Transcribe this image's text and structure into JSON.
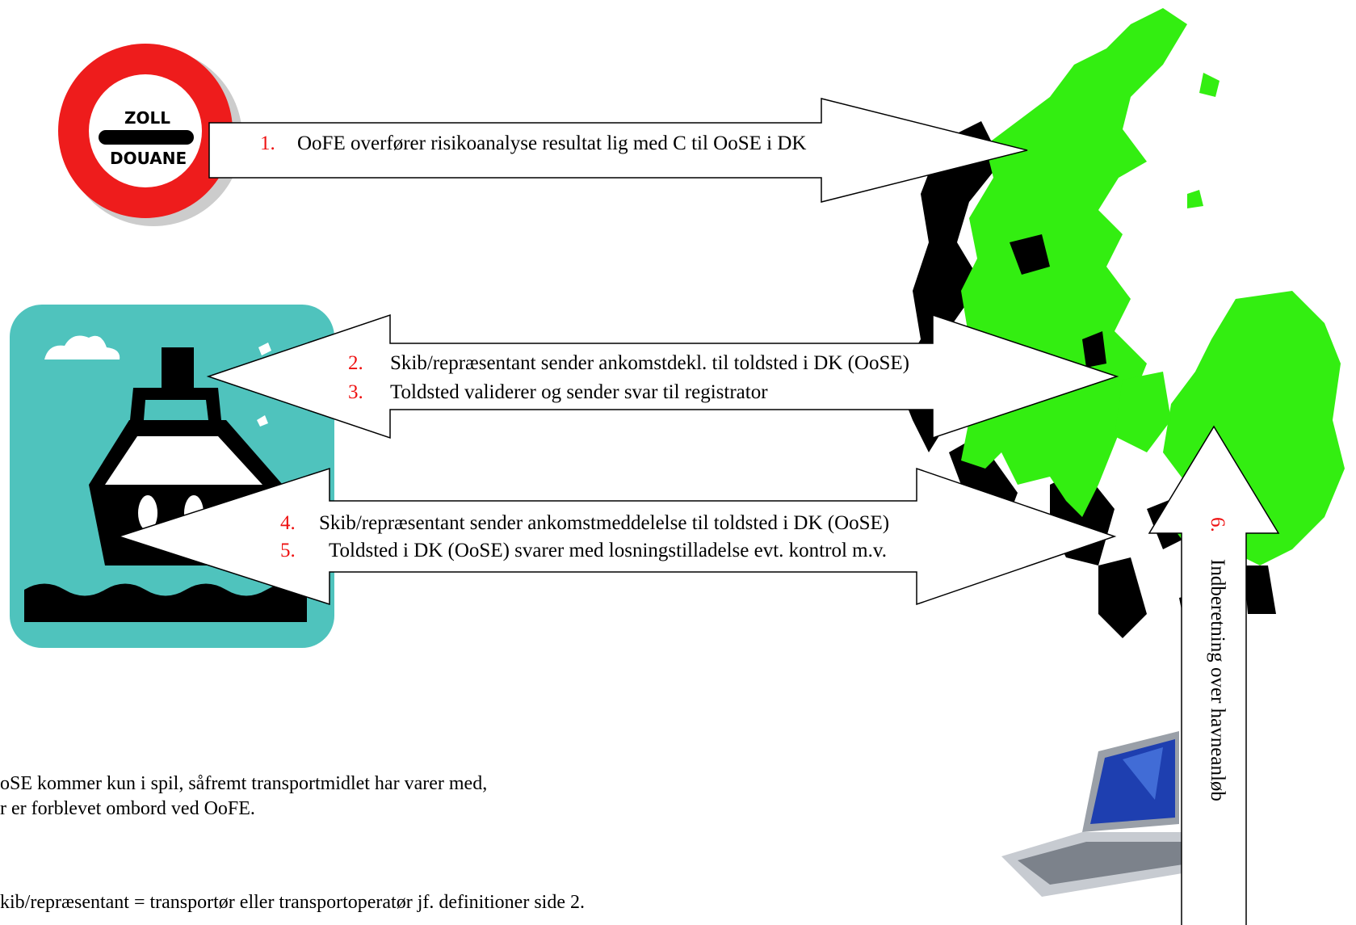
{
  "sign": {
    "line1": "ZOLL",
    "line2": "DOUANE",
    "ring_color": "#ee1c1c"
  },
  "arrows": {
    "a1": {
      "num": "1.",
      "text": "OoFE overfører risikoanalyse resultat lig med C til OoSE i DK"
    },
    "a2": [
      {
        "num": "2.",
        "text": "Skib/repræsentant sender ankomstdekl. til toldsted i DK (OoSE)"
      },
      {
        "num": "3.",
        "text": "Toldsted validerer og sender svar til registrator"
      }
    ],
    "a3": [
      {
        "num": "4.",
        "text": "Skib/repræsentant sender ankomstmeddelelse til toldsted i DK (OoSE)"
      },
      {
        "num": "5.",
        "text": "Toldsted i DK (OoSE) svarer med losningstilladelse evt. kontrol m.v."
      }
    ],
    "a6": {
      "num": "6.",
      "text": "Indberetning over havneanløb"
    }
  },
  "notes": [
    "oSE kommer kun i spil, såfremt transportmidlet har varer med,",
    "r er forblevet ombord ved OoFE.",
    "kib/repræsentant = transportør eller transportoperatør jf. definitioner side 2."
  ],
  "colors": {
    "map_land": "#33ee11",
    "map_dark": "#000000",
    "ship_bg": "#4fc3bd",
    "number_red": "#ee1111"
  },
  "icons": [
    "customs-sign-icon",
    "ship-icon",
    "denmark-map-icon",
    "laptop-icon"
  ]
}
